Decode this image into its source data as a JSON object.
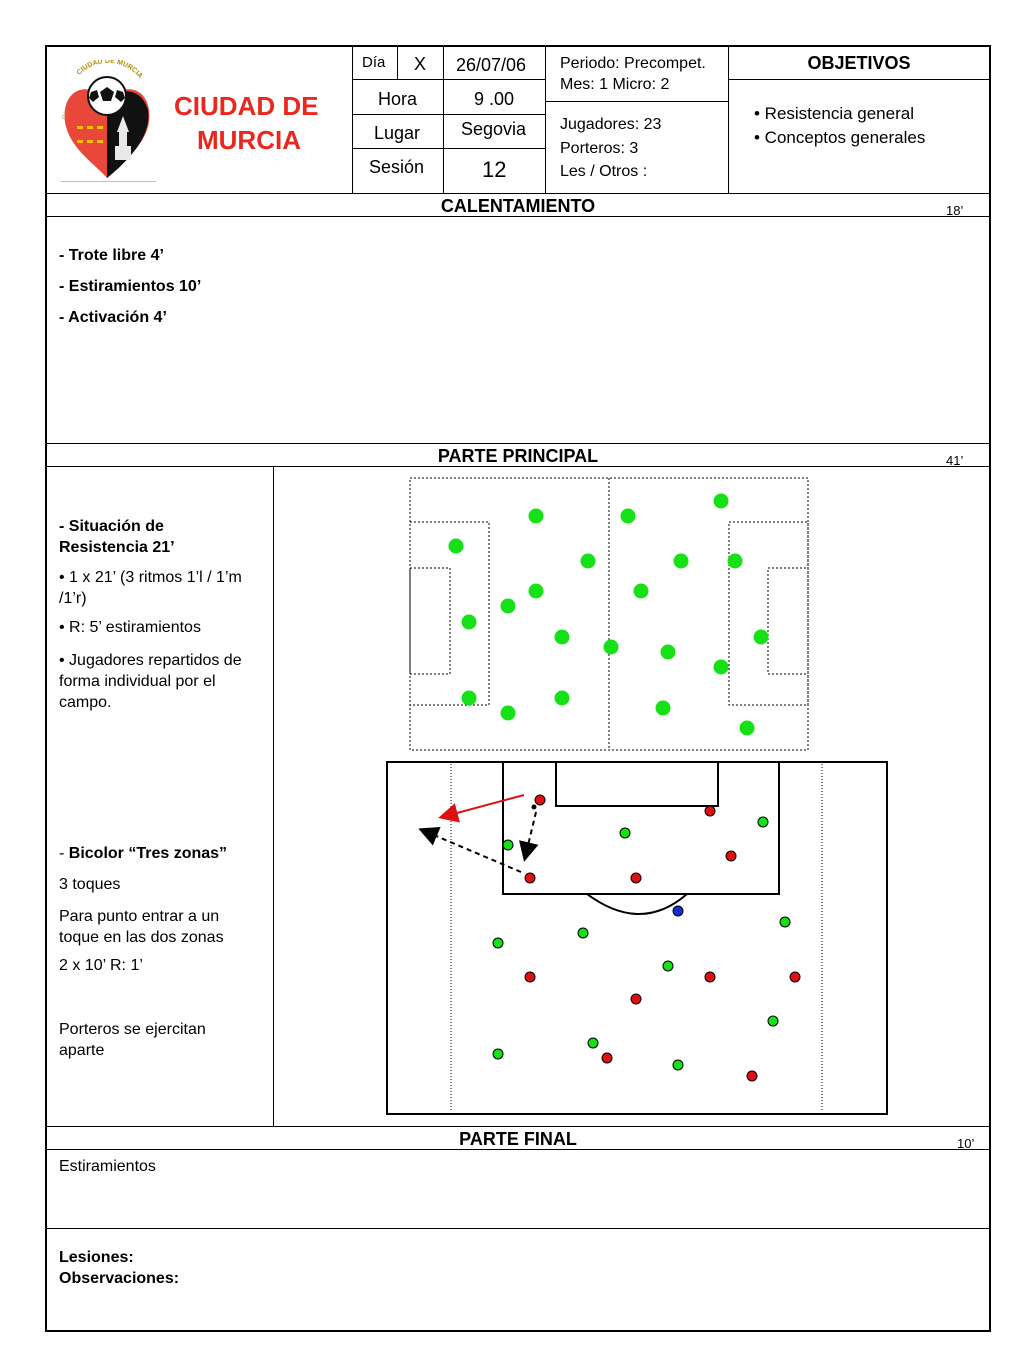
{
  "club": {
    "name_line1": "CIUDAD DE",
    "name_line2": "MURCIA",
    "logo_text": "C.F. CIUDAD DE MURCIA",
    "brand_color": "#e8281f"
  },
  "header": {
    "dia_label": "Día",
    "dia_value": "X",
    "date": "26/07/06",
    "hora_label": "Hora",
    "hora_value": "9 .00",
    "lugar_label": "Lugar",
    "lugar_value": "Segovia",
    "sesion_label": "Sesión",
    "sesion_value": "12",
    "periodo": "Periodo: Precompet.",
    "mes_micro": "Mes: 1  Micro: 2",
    "jugadores": "Jugadores:  23",
    "porteros": "Porteros: 3",
    "les_otros": "Les / Otros :"
  },
  "objetivos": {
    "title": "OBJETIVOS",
    "items": [
      "• Resistencia general",
      "• Conceptos generales"
    ]
  },
  "calentamiento": {
    "title": "CALENTAMIENTO",
    "time": "18’",
    "items": [
      "- Trote libre 4’",
      "- Estiramientos 10’",
      "- Activación 4’"
    ]
  },
  "principal": {
    "title": "PARTE PRINCIPAL",
    "time": "41’",
    "ex1_title": "- Situación de Resistencia   21’",
    "ex1_line1": "•   1 x 21’  (3 ritmos 1’l / 1’m /1’r)",
    "ex1_line2": "•  R: 5’ estiramientos",
    "ex1_line3": "• Jugadores repartidos de forma individual por el campo.",
    "ex2_title_prefix": "- ",
    "ex2_title": "Bicolor “Tres zonas”",
    "ex2_line1": "3 toques",
    "ex2_line2": "Para punto entrar a un toque en las dos zonas",
    "ex2_line3": "2 x 10’  R: 1’",
    "ex2_line4": "Porteros se ejercitan aparte"
  },
  "final": {
    "title": "PARTE FINAL",
    "time": "10’",
    "text": "Estiramientos",
    "lesiones": "Lesiones:",
    "observaciones": "Observaciones:"
  },
  "colors": {
    "green": "#16e016",
    "red": "#e01010",
    "blue": "#1030d0"
  }
}
